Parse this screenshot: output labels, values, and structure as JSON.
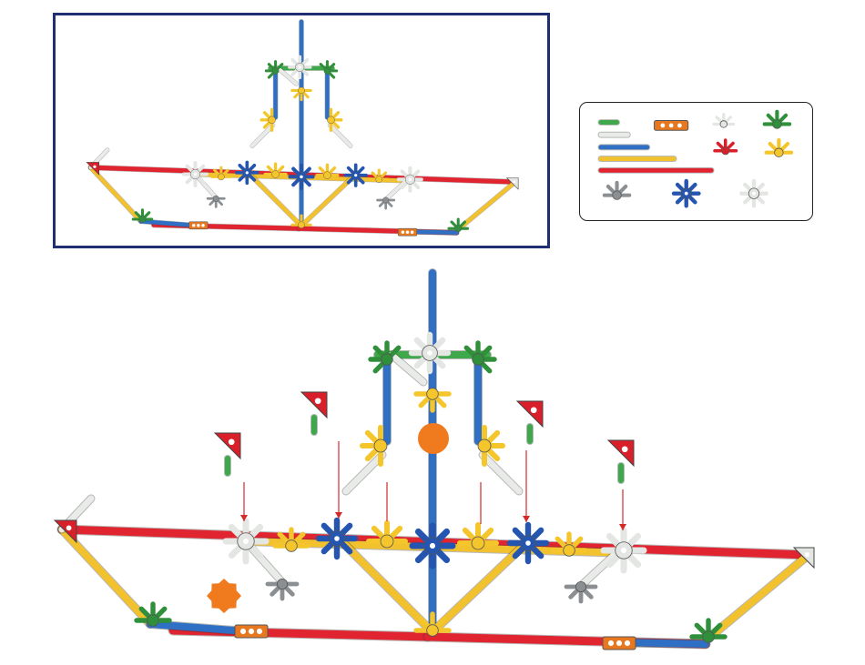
{
  "colors": {
    "frame_border": "#1f2f72",
    "red_rod": "#e02430",
    "yellow_rod": "#f2c12e",
    "blue_rod": "#2f6fc4",
    "green_rod": "#3fa84a",
    "white_rod": "#e9ebe8",
    "green_connector": "#2f8f3a",
    "red_connector": "#d81f2a",
    "yellow_connector": "#f4c62c",
    "blue_connector": "#2455b0",
    "white_connector": "#e4e6e3",
    "gray_connector": "#8c8f92",
    "orange_connector": "#e8781f",
    "marker": "#f07a1e",
    "arrow": "#d42a2a"
  },
  "parts_legend": {
    "items": [
      {
        "name": "green-rod",
        "color": "green_rod"
      },
      {
        "name": "white-rod",
        "color": "white_rod"
      },
      {
        "name": "blue-rod",
        "color": "blue_rod"
      },
      {
        "name": "yellow-rod",
        "color": "yellow_rod"
      },
      {
        "name": "red-rod",
        "color": "red_rod"
      },
      {
        "name": "orange-connector",
        "color": "orange_connector"
      },
      {
        "name": "light-gray-connector",
        "color": "white_connector"
      },
      {
        "name": "green-connector",
        "color": "green_connector"
      },
      {
        "name": "red-connector",
        "color": "red_connector"
      },
      {
        "name": "yellow-connector",
        "color": "yellow_connector"
      },
      {
        "name": "gray-connector",
        "color": "gray_connector"
      },
      {
        "name": "blue-hub-connector",
        "color": "blue_connector"
      },
      {
        "name": "white-hub-connector",
        "color": "white_connector"
      }
    ]
  },
  "markers": [
    {
      "name": "orange-circle-marker",
      "shape": "circle"
    },
    {
      "name": "orange-star-marker",
      "shape": "star"
    }
  ]
}
